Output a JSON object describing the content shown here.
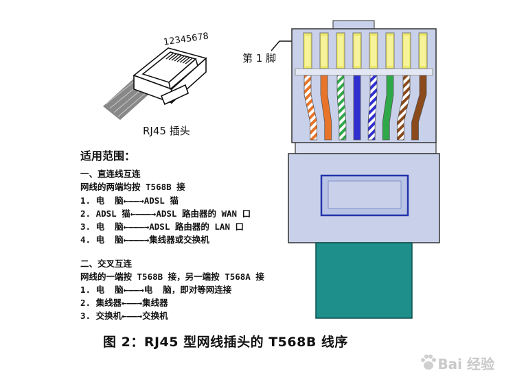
{
  "small_plug": {
    "pin_numbers": "12345678",
    "label": "RJ45 插头"
  },
  "scope": {
    "title": "适用范围：",
    "lines": [
      "一、直连线互连",
      "网线的两端均按 T568B 接",
      "1. 电  脑←——→ADSL 猫",
      "2. ADSL 猫←———→ADSL 路由器的 WAN 口",
      "3. 电  脑←———→ADSL 路由器的 LAN 口",
      "4. 电  脑←———→集线器或交换机",
      "二、交叉互连",
      "网线的一端按 T568B 接，另一端按 T568A 接",
      "1. 电  脑←——→电  脑，即对等网连接",
      "2. 集线器←——→集线器",
      "3. 交换机←——→交换机"
    ]
  },
  "plug_diagram": {
    "pin1_label": "第 1 脚",
    "wire_colors": [
      {
        "base": "#ffffff",
        "stripe": "#e8742a"
      },
      {
        "base": "#e8742a",
        "stripe": null
      },
      {
        "base": "#ffffff",
        "stripe": "#2fa84a"
      },
      {
        "base": "#2f2fd0",
        "stripe": null
      },
      {
        "base": "#ffffff",
        "stripe": "#2f2fd0"
      },
      {
        "base": "#2fa84a",
        "stripe": null
      },
      {
        "base": "#ffffff",
        "stripe": "#8a4a1c"
      },
      {
        "base": "#8a4a1c",
        "stripe": null
      }
    ],
    "body_color": "#c9d1ea",
    "jacket_color": "#1f8f8c"
  },
  "caption": "图 2：RJ45 型网线插头的 T568B 线序",
  "watermark": "Bai 经验"
}
